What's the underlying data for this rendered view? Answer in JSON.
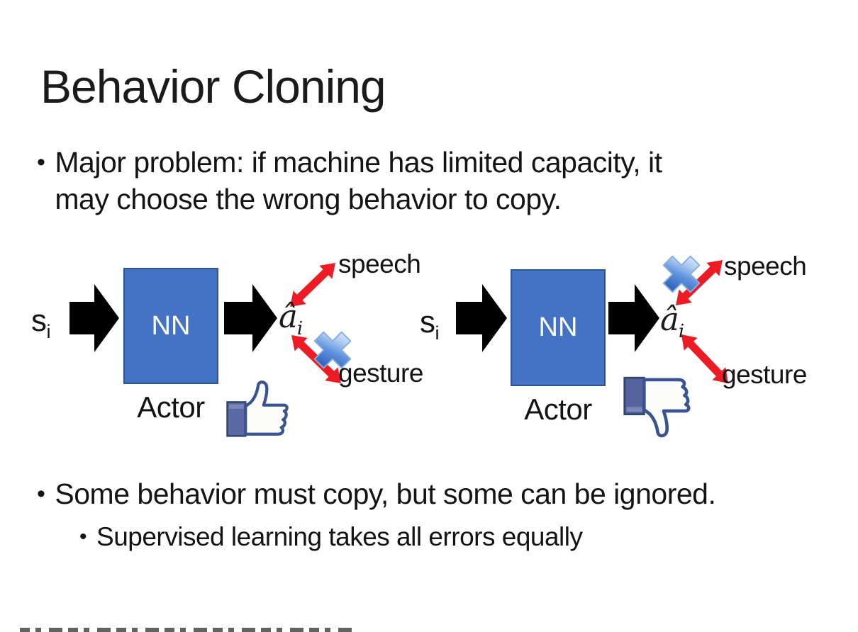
{
  "slide": {
    "title": "Behavior Cloning",
    "bullet_glyph": "•",
    "bullets": {
      "major_problem_line1": "Major problem: if machine has limited capacity, it",
      "major_problem_line2": "may choose the wrong behavior to copy.",
      "some_behavior": "Some behavior must copy, but some can be ignored.",
      "supervised": "Supervised learning takes all errors equally"
    }
  },
  "diagram": {
    "left": {
      "input": "s",
      "input_sub": "i",
      "network": "NN",
      "output": "â",
      "output_sub": "i",
      "action_up": "speech",
      "action_down": "gesture",
      "role": "Actor",
      "crossed_out_action": "gesture",
      "feedback_icon": "thumbs-up-icon"
    },
    "right": {
      "input": "s",
      "input_sub": "i",
      "network": "NN",
      "output": "â",
      "output_sub": "i",
      "action_up": "speech",
      "action_down": "gesture",
      "role": "Actor",
      "crossed_out_action": "speech",
      "feedback_icon": "thumbs-down-icon"
    }
  },
  "colors": {
    "background": "#FFFFFF",
    "text": "#141414",
    "nn_box_fill": "#4472C4",
    "nn_box_border": "#2E5395",
    "block_arrow": "#000000",
    "action_arrow_red": "#ED1C24",
    "cross_icon_blue": "#4A86D8",
    "thumb_outline_navy": "#3A5391",
    "thumb_sleeve": "#5A68A3"
  }
}
